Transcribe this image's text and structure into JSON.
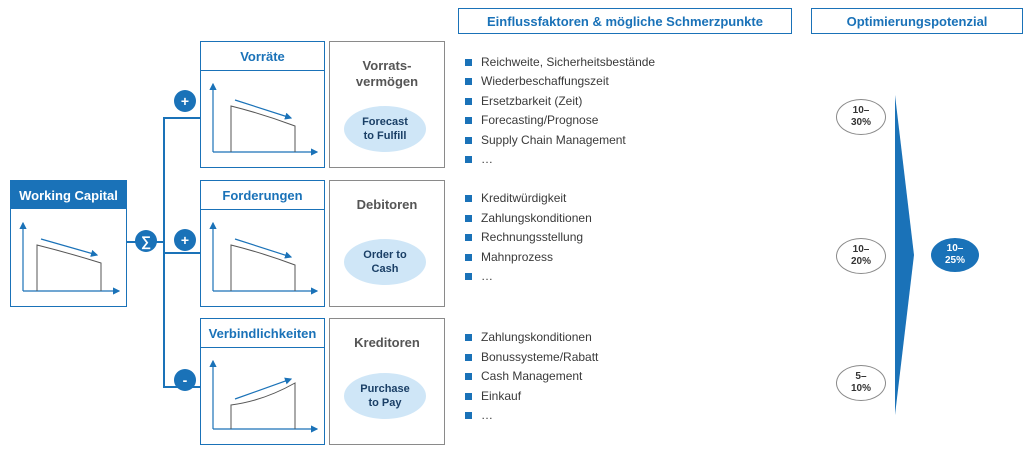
{
  "headers": {
    "factors": "Einflussfaktoren & mögliche Schmerzpunkte",
    "potential": "Optimierungspotenzial"
  },
  "working_capital": {
    "title": "Working Capital"
  },
  "operators": {
    "sum": "∑",
    "plus1": "+",
    "plus2": "+",
    "minus": "-"
  },
  "rows": [
    {
      "title": "Vorräte",
      "label": "Vorrats-\nvermögen",
      "process": "Forecast\nto Fulfill",
      "factors": [
        "Reichweite, Sicherheitsbestände",
        "Wiederbeschaffungszeit",
        "Ersetzbarkeit (Zeit)",
        "Forecasting/Prognose",
        "Supply Chain Management",
        "…"
      ],
      "potential": "10–\n30%"
    },
    {
      "title": "Forderungen",
      "label": "Debitoren",
      "process": "Order to\nCash",
      "factors": [
        "Kreditwürdigkeit",
        "Zahlungskonditionen",
        "Rechnungsstellung",
        "Mahnprozess",
        "…"
      ],
      "potential": "10–\n20%"
    },
    {
      "title": "Verbindlichkeiten",
      "label": "Kreditoren",
      "process": "Purchase\nto Pay",
      "factors": [
        "Zahlungskonditionen",
        "Bonussysteme/Rabatt",
        "Cash Management",
        "Einkauf",
        "…"
      ],
      "potential": "5–\n10%"
    }
  ],
  "total_potential": "10–\n25%",
  "colors": {
    "accent": "#1a72b8",
    "ellipse": "#cfe6f7",
    "grey_border": "#8a8a8a"
  }
}
